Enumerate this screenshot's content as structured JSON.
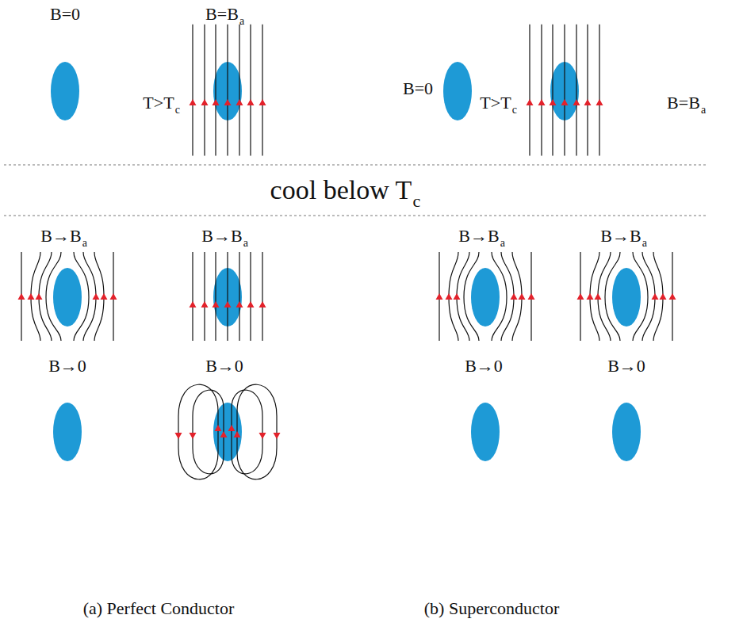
{
  "diagram": {
    "labels": [
      "B=0",
      "B=B",
      "a",
      "T>T",
      "c",
      "B=0",
      "T>T",
      "c",
      "B=B",
      "a",
      "cool below T",
      "c",
      "B→B",
      "a",
      "B→B",
      "a",
      "B→B",
      "a",
      "B→B",
      "a",
      "B→0",
      "B→0",
      "B→0",
      "B→0",
      "(a) Perfect Conductor",
      "(b) Superconductor"
    ]
  }
}
